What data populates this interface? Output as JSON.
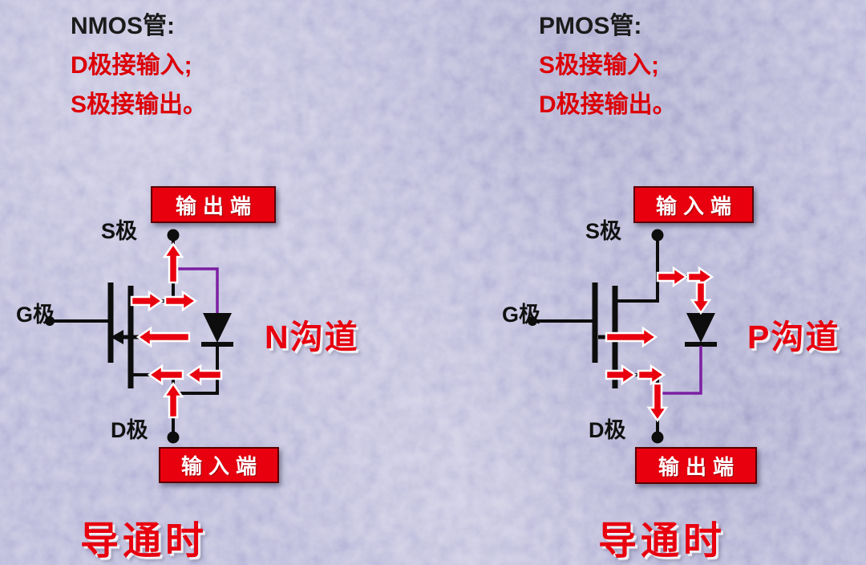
{
  "colors": {
    "accent_red": "#e8000f",
    "wire_black": "#0d0d0d",
    "link_purple": "#7b1fa2",
    "background": "#b6b4d7"
  },
  "left_panel": {
    "title": "NMOS管:",
    "line1": "D极接输入;",
    "line2": "S极接输出。",
    "top_box": "输出端",
    "bottom_box": "输入端",
    "s_label": "S极",
    "g_label": "G极",
    "d_label": "D极",
    "channel_label": "N沟道",
    "state_label": "导通时"
  },
  "right_panel": {
    "title": "PMOS管:",
    "line1": "S极接输入;",
    "line2": "D极接输出。",
    "top_box": "输入端",
    "bottom_box": "输出端",
    "s_label": "S极",
    "g_label": "G极",
    "d_label": "D极",
    "channel_label": "P沟道",
    "state_label": "导通时"
  }
}
